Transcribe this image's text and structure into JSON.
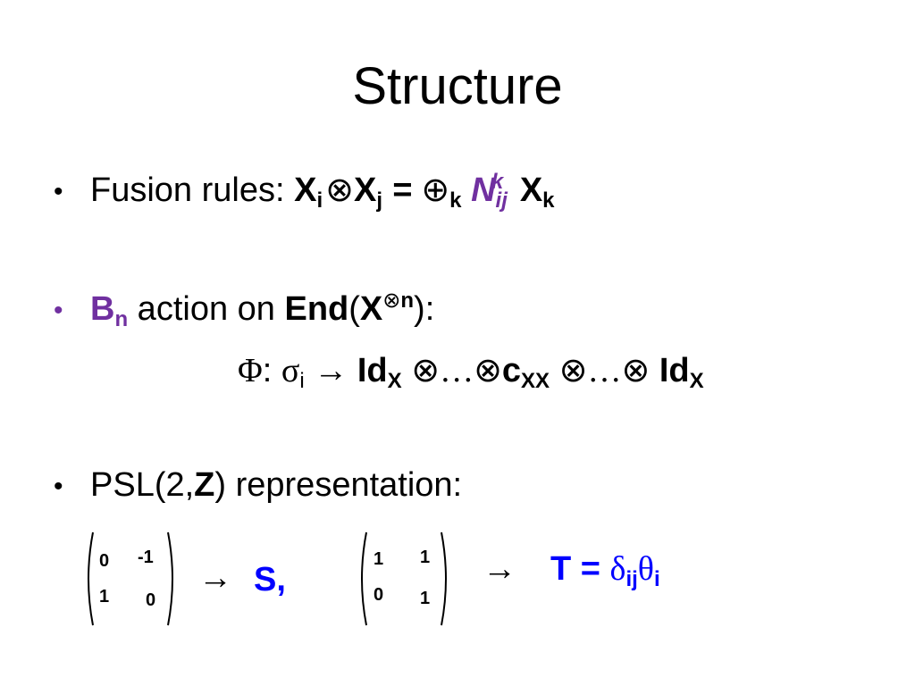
{
  "slide": {
    "title": "Structure",
    "bullet_glyph": "•",
    "fusion": {
      "label": "Fusion rules: ",
      "x": "X",
      "i": "i",
      "j": "j",
      "k": "k",
      "otimes": "⊗",
      "eq": "=",
      "oplus": "⊕",
      "n": "N",
      "ij": "ij"
    },
    "braid": {
      "b": "B",
      "n": "n",
      "mid": " action on ",
      "end": "End",
      "lp": "(",
      "x": "X",
      "rp": "):",
      "phi": "Φ",
      "colon": ":",
      "sigma": "σ",
      "i": "i",
      "arrow": "→",
      "id": "Id",
      "X": "X",
      "xx": "XX",
      "dots": "…",
      "c": "c"
    },
    "psl": {
      "pre": "PSL(2,",
      "z": "Z",
      "post": ") representation:"
    },
    "matrix_s": {
      "a": "0",
      "b": "-1",
      "c": "1",
      "d": "0",
      "arrow": "→",
      "label": "S,"
    },
    "matrix_t": {
      "a": "1",
      "b": "1",
      "c": "0",
      "d": "1",
      "arrow": "→",
      "t": "T",
      "eq": "=",
      "delta": "δ",
      "ij": "ij",
      "theta": "θ",
      "i": "i"
    },
    "colors": {
      "accent_purple": "#7030a0",
      "accent_blue": "#0000ff"
    }
  }
}
